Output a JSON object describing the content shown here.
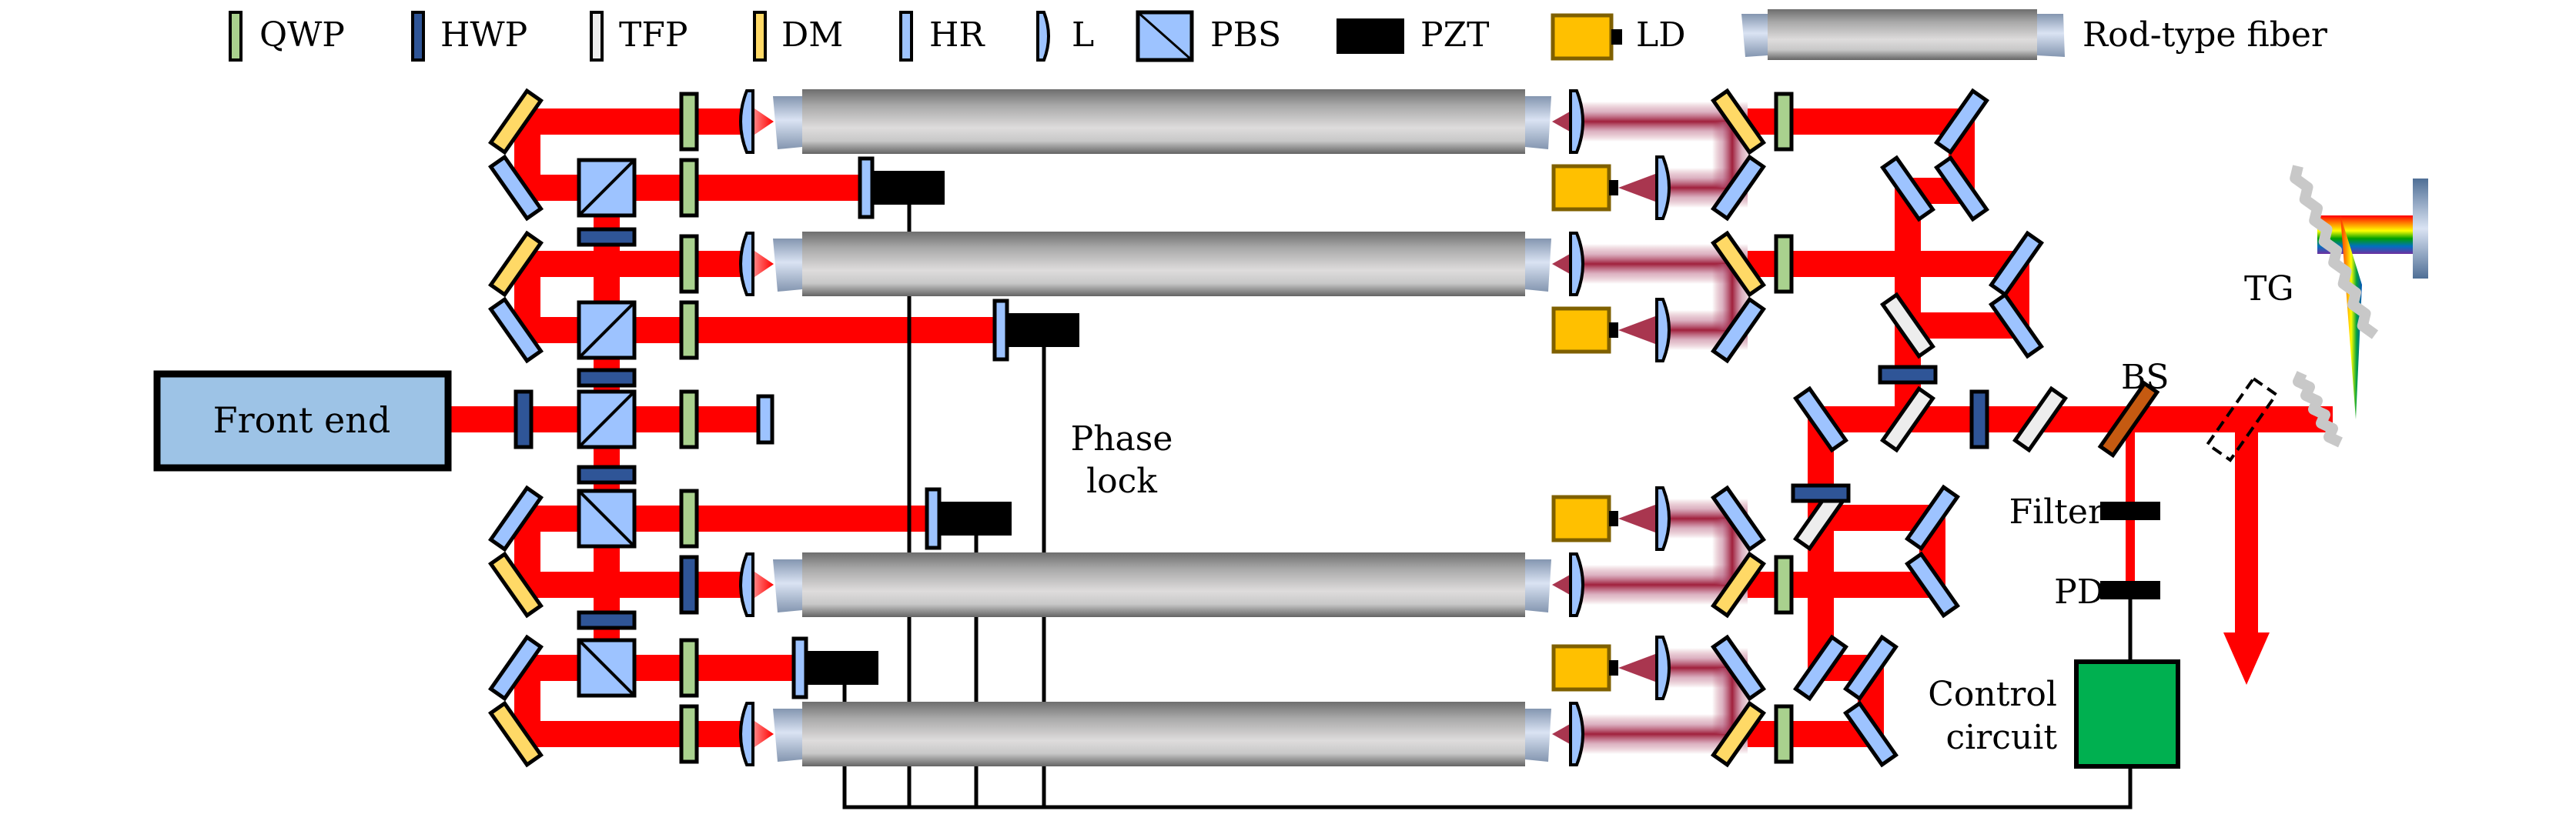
{
  "figure": {
    "type": "optical-setup-schematic",
    "description_visible": "Coherent beam combining setup with rod-type fiber amplifiers"
  },
  "legend": {
    "items": [
      {
        "key": "qwp",
        "label": "QWP",
        "color": "#a9d18e"
      },
      {
        "key": "hwp",
        "label": "HWP",
        "color": "#2f5597"
      },
      {
        "key": "tfp",
        "label": "TFP",
        "color": "#ededed"
      },
      {
        "key": "dm",
        "label": "DM",
        "color": "#ffd966"
      },
      {
        "key": "hr",
        "label": "HR",
        "color": "#9dc3ff"
      },
      {
        "key": "lens",
        "label": "L",
        "color": "#9dc3ff"
      },
      {
        "key": "pbs",
        "label": "PBS",
        "color": "#9dc3ff"
      },
      {
        "key": "pzt",
        "label": "PZT",
        "color": "#000000"
      },
      {
        "key": "ld",
        "label": "LD",
        "color": "#ffc000"
      },
      {
        "key": "rod",
        "label": "Rod-type fiber",
        "color": "#b0b0b0"
      }
    ]
  },
  "labels": {
    "front_end": "Front end",
    "phase_lock_line1": "Phase",
    "phase_lock_line2": "lock",
    "bs": "BS",
    "tg": "TG",
    "filter": "Filter",
    "pd": "PD",
    "control_line1": "Control",
    "control_line2": "circuit"
  },
  "colors": {
    "beam": "#ff0000",
    "pump": "#a0203c",
    "front_end_fill": "#9dc3e6",
    "control_fill": "#00b050",
    "bs_fill": "#c55a11",
    "ld_fill": "#ffc000",
    "ld_border": "#7f6000",
    "hwp": "#2f5597",
    "qwp": "#a9d18e",
    "tfp": "#ededed",
    "dm": "#ffd966",
    "hr": "#9dc3ff",
    "wire": "#000000"
  },
  "channels": {
    "count": 4,
    "amplifier": "Rod-type fiber",
    "pump_sources": 4
  }
}
